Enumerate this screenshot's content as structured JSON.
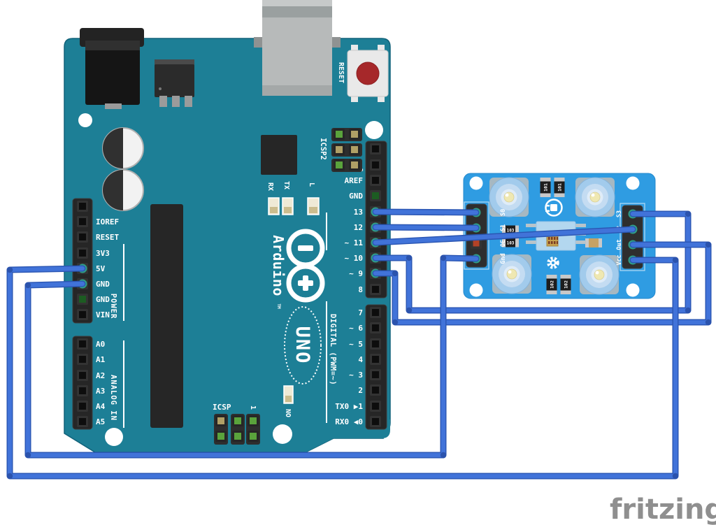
{
  "watermark": "fritzing",
  "colors": {
    "arduino_board": "#1d7f96",
    "sensor_board": "#2f9ce2",
    "wire": "#4173d9",
    "wire_shadow": "#2a55b2",
    "reset_button": "#a6282a",
    "watermark_gray": "#8f8f8f",
    "pin_connected": "#2f9f87"
  },
  "arduino": {
    "logo": {
      "brand": "Arduino",
      "tm": "TM",
      "model": "UNO"
    },
    "reset_button_label": "RESET",
    "headers": {
      "power_label": "POWER",
      "analog_label": "ANALOG IN",
      "digital_label": "DIGITAL (PWM=~)",
      "icsp2_label": "ICSP2",
      "icsp_label": "ICSP",
      "icsp_pin1": "1"
    },
    "leds": {
      "rx": "RX",
      "tx": "TX",
      "l": "L",
      "on": "ON"
    },
    "pins": {
      "power": [
        "IOREF",
        "RESET",
        "3V3",
        "5V",
        "GND",
        "GND",
        "VIN"
      ],
      "analog": [
        "A0",
        "A1",
        "A2",
        "A3",
        "A4",
        "A5"
      ],
      "digital_top": [
        "AREF",
        "GND",
        "13",
        "12",
        "~ 11",
        "~ 10",
        "~ 9",
        "8"
      ],
      "digital_bottom": [
        "7",
        "~ 6",
        "~ 5",
        "4",
        "~ 3",
        "2",
        "TX0 ▶1",
        "RX0 ◀0"
      ]
    }
  },
  "sensor": {
    "pins_left": [
      "S0",
      "S1",
      "OE",
      "Gnd"
    ],
    "pins_right": [
      "S3",
      "S2",
      "Out",
      "Vcc"
    ],
    "resistors": {
      "top": [
        "101",
        "101"
      ],
      "left": [
        "103",
        "103"
      ],
      "bottom": [
        "102",
        "102"
      ]
    }
  },
  "connections": [
    {
      "from": "Arduino 13",
      "to": "S0"
    },
    {
      "from": "Arduino 12",
      "to": "S1"
    },
    {
      "from": "Arduino 11",
      "to": "S2"
    },
    {
      "from": "Arduino 10",
      "to": "S3"
    },
    {
      "from": "Arduino 9",
      "to": "Out"
    },
    {
      "from": "Arduino 5V",
      "to": "Vcc"
    },
    {
      "from": "Arduino GND",
      "to": "Gnd"
    }
  ]
}
